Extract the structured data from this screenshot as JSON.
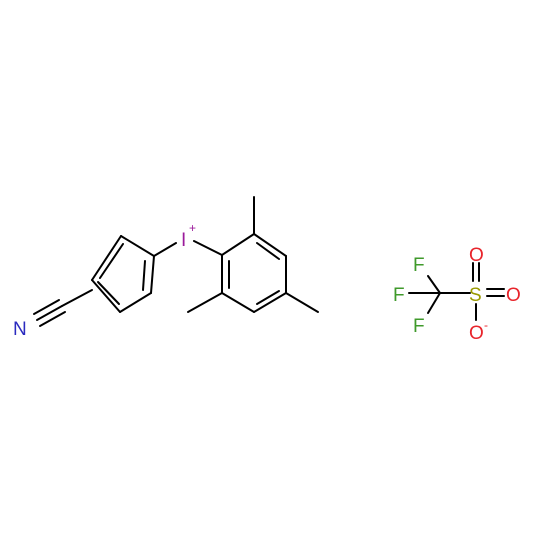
{
  "structure": {
    "cation": {
      "nitrile_nitrogen": "N",
      "iodine": "I",
      "iodine_charge": "+"
    },
    "anion": {
      "fluorine_1": "F",
      "fluorine_2": "F",
      "fluorine_3": "F",
      "sulfur": "S",
      "oxygen_1": "O",
      "oxygen_2": "O",
      "oxygen_3": "O",
      "oxygen_charge": "-"
    }
  },
  "colors": {
    "bond": "#000000",
    "nitrogen": "#2b2bbf",
    "iodine": "#9b1a9b",
    "fluorine": "#3f9a2b",
    "sulfur": "#9a9a00",
    "oxygen": "#e8242b"
  }
}
